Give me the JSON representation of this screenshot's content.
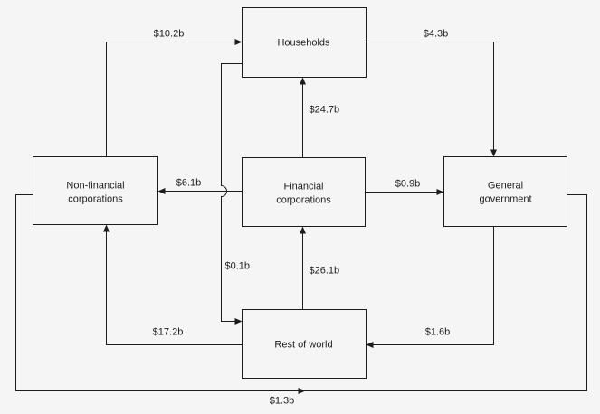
{
  "colors": {
    "background": "#f5f5f6",
    "line": "#1c1c1c",
    "text": "#1c1c1c"
  },
  "nodes": {
    "households": {
      "label": "Households"
    },
    "non_financial": {
      "line1": "Non-financial",
      "line2": "corporations"
    },
    "financial": {
      "line1": "Financial",
      "line2": "corporations"
    },
    "government": {
      "line1": "General",
      "line2": "government"
    },
    "rest_of_world": {
      "label": "Rest of world"
    }
  },
  "flows": {
    "nfc_to_households": {
      "amount": "$10.2b",
      "from": "Non-financial corporations",
      "to": "Households"
    },
    "households_to_government": {
      "amount": "$4.3b",
      "from": "Households",
      "to": "General government"
    },
    "financial_to_households": {
      "amount": "$24.7b",
      "from": "Financial corporations",
      "to": "Households"
    },
    "financial_to_nfc": {
      "amount": "$6.1b",
      "from": "Financial corporations",
      "to": "Non-financial corporations"
    },
    "financial_to_government": {
      "amount": "$0.9b",
      "from": "Financial corporations",
      "to": "General government"
    },
    "households_to_rest_of_world": {
      "amount": "$0.1b",
      "from": "Households",
      "to": "Rest of world"
    },
    "rest_of_world_to_financial": {
      "amount": "$26.1b",
      "from": "Rest of world",
      "to": "Financial corporations"
    },
    "rest_of_world_to_nfc": {
      "amount": "$17.2b",
      "from": "Rest of world",
      "to": "Non-financial corporations"
    },
    "government_to_rest_of_world": {
      "amount": "$1.6b",
      "from": "General government",
      "to": "Rest of world"
    },
    "nfc_to_government": {
      "amount": "$1.3b",
      "from": "Non-financial corporations",
      "to": "General government"
    }
  }
}
